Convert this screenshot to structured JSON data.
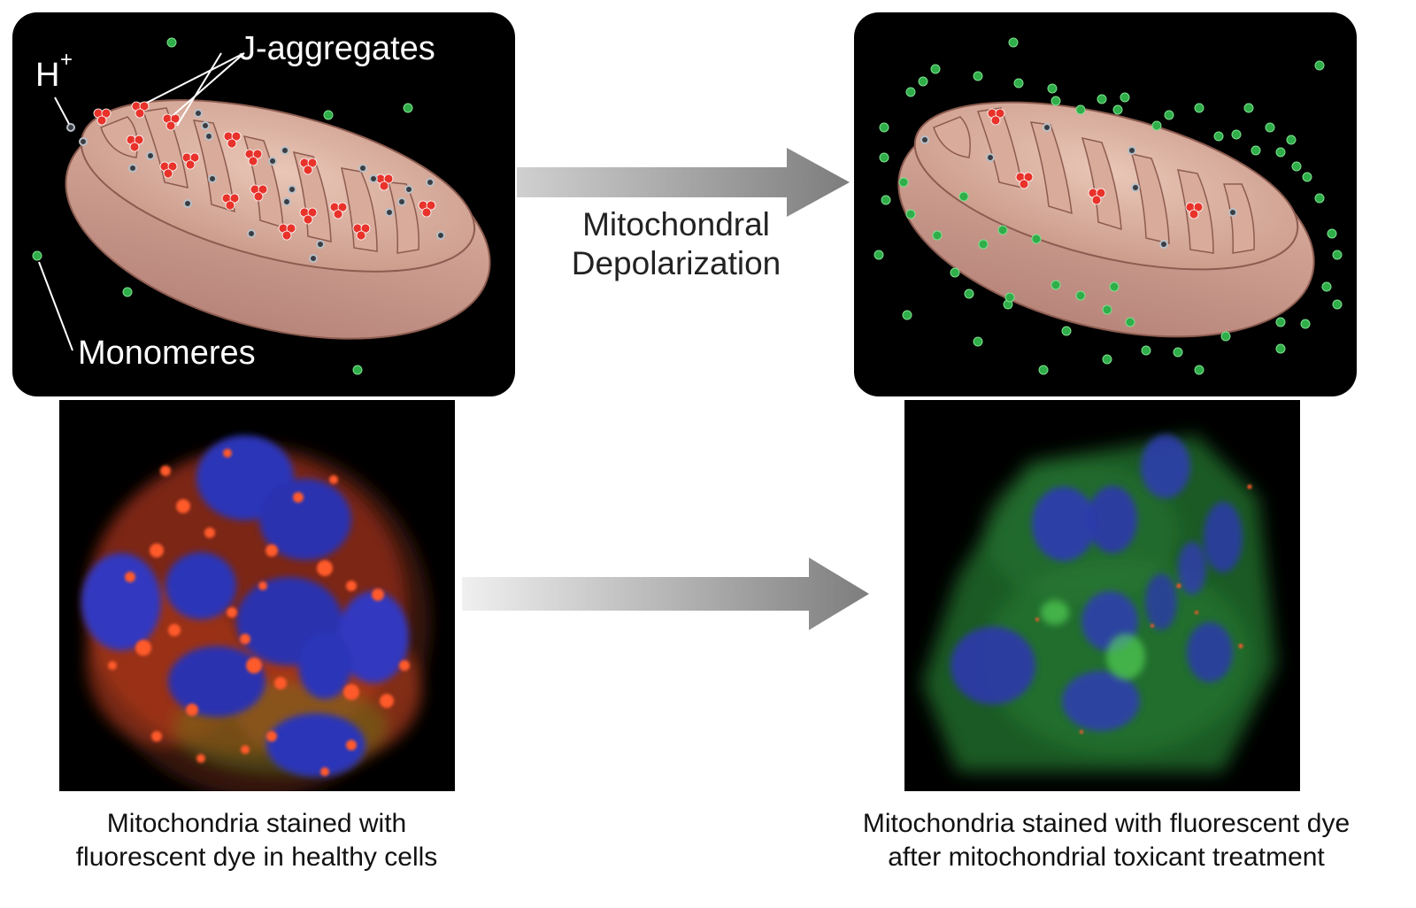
{
  "left_panel": {
    "h_label": "H",
    "h_sup": "+",
    "j_label": "J-aggregates",
    "mono_label": "Monomeres"
  },
  "middle": {
    "arrow_label_line1": "Mitochondral",
    "arrow_label_line2": "Depolarization"
  },
  "captions": {
    "left_line1": "Mitochondria stained with",
    "left_line2": "fluorescent dye in healthy cells",
    "right_line1": "Mitochondria stained with fluorescent dye",
    "right_line2": "after mitochondrial toxicant treatment"
  },
  "colors": {
    "panel_bg": "#000000",
    "membrane": "#c9998a",
    "j_aggregate": "#e8322a",
    "monomer": "#2fae4a",
    "proton": "#8a8f96",
    "nucleus": "#2c34b8",
    "arrow": "#8c8c8c"
  },
  "icons": {
    "mito_healthy": "mitochondrion-icon",
    "mito_depolarized": "mitochondrion-icon",
    "arrow": "right-arrow-icon"
  }
}
